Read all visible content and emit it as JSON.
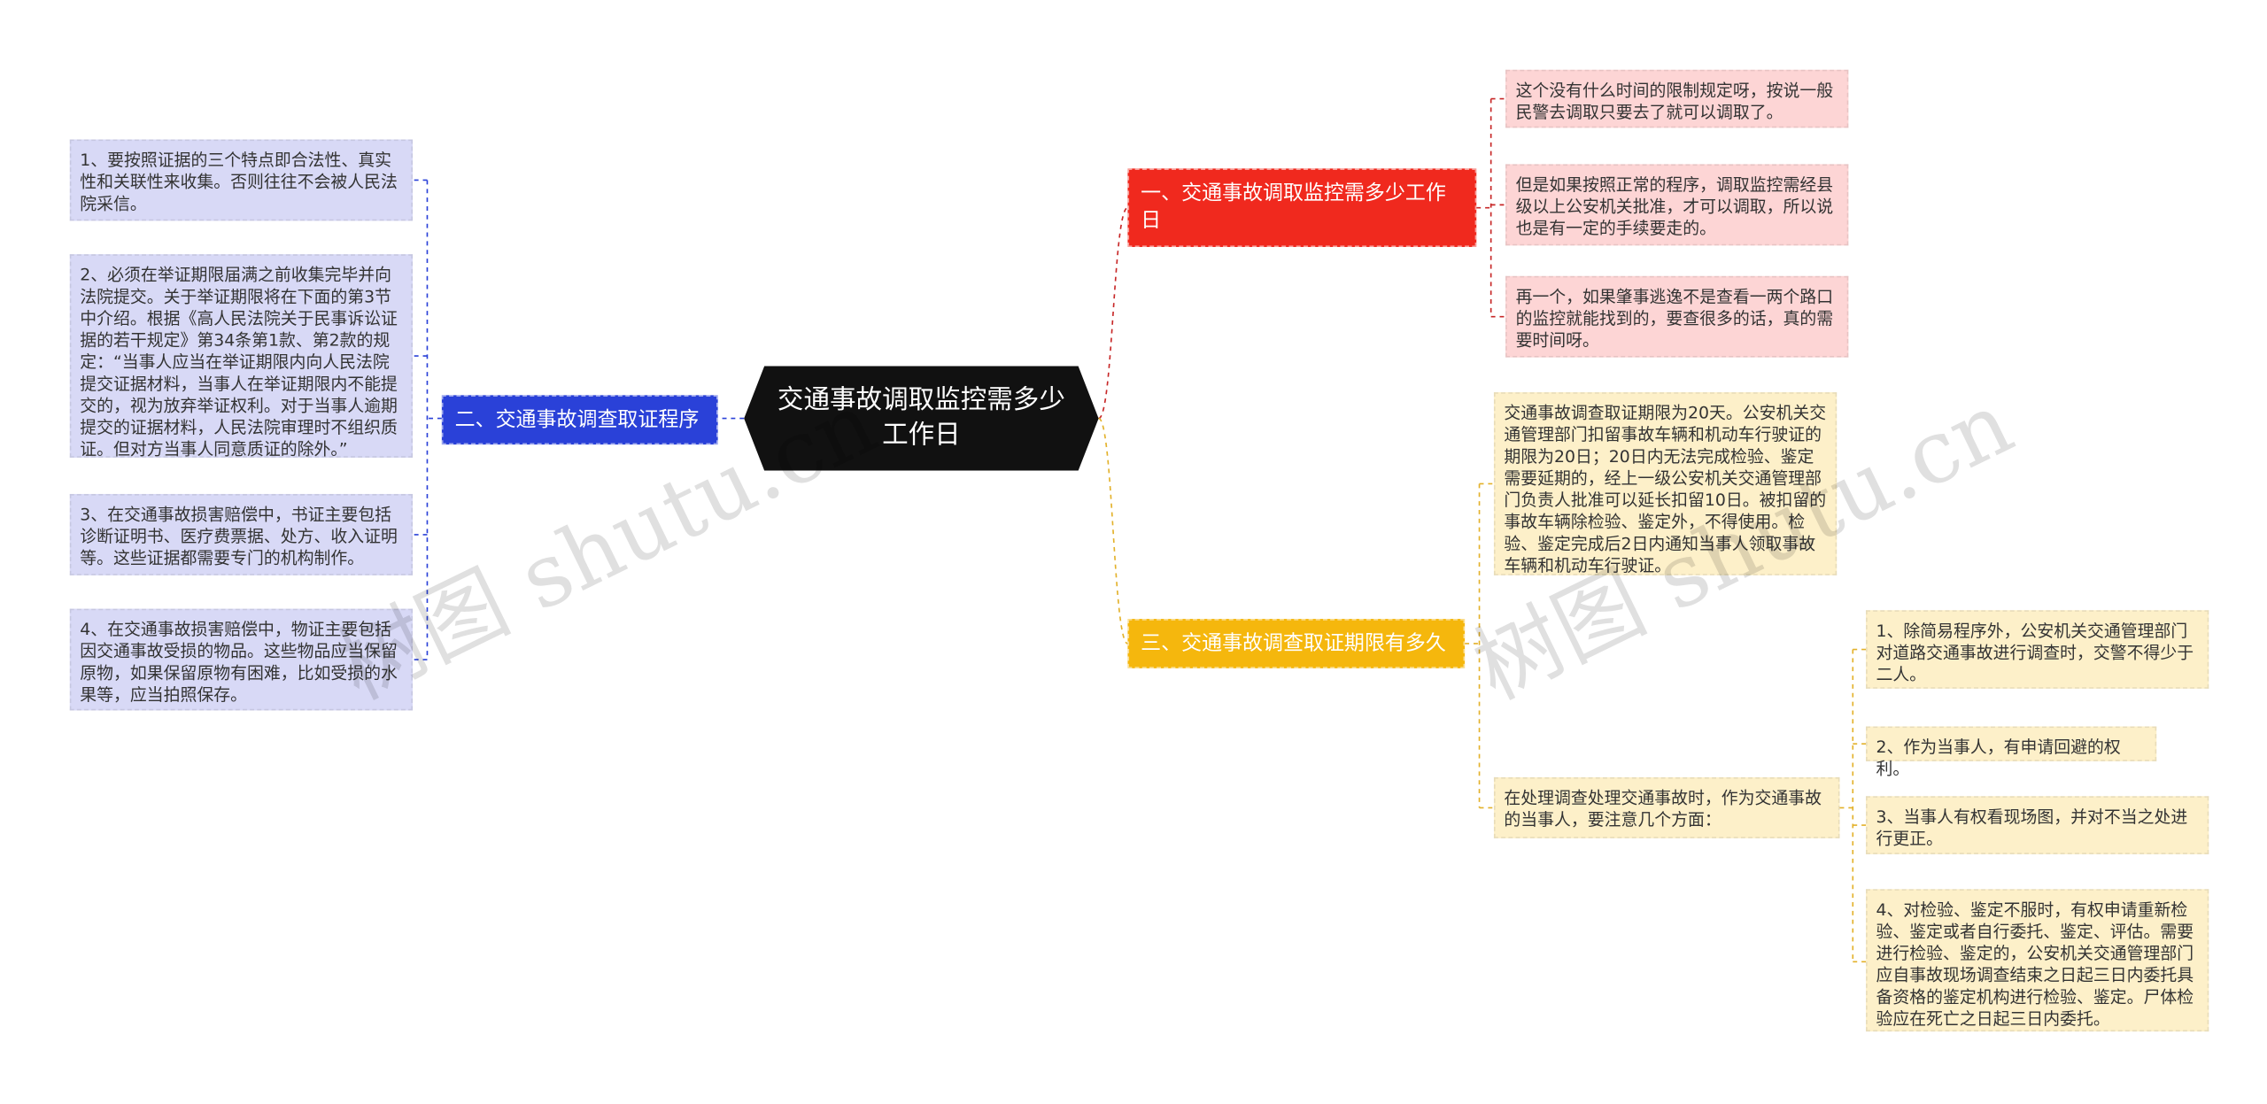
{
  "root": {
    "label": "交通事故调取监控需多少工作日"
  },
  "branches": {
    "b1": {
      "label": "一、交通事故调取监控需多少工作日",
      "color": "#f0291e",
      "leaves": [
        "这个没有什么时间的限制规定呀，按说一般民警去调取只要去了就可以调取了。",
        "但是如果按照正常的程序，调取监控需经县级以上公安机关批准，才可以调取，所以说也是有一定的手续要走的。",
        "再一个，如果肇事逃逸不是查看一两个路口的监控就能找到的，要查很多的话，真的需要时间呀。"
      ]
    },
    "b2": {
      "label": "二、交通事故调查取证程序",
      "color": "#2a41d8",
      "leaves": [
        "1、要按照证据的三个特点即合法性、真实性和关联性来收集。否则往往不会被人民法院采信。",
        "2、必须在举证期限届满之前收集完毕并向法院提交。关于举证期限将在下面的第3节中介绍。根据《高人民法院关于民事诉讼证据的若干规定》第34条第1款、第2款的规定：“当事人应当在举证期限内向人民法院提交证据材料，当事人在举证期限内不能提交的，视为放弃举证权利。对于当事人逾期提交的证据材料，人民法院审理时不组织质证。但对方当事人同意质证的除外。”",
        "3、在交通事故损害赔偿中，书证主要包括诊断证明书、医疗费票据、处方、收入证明等。这些证据都需要专门的机构制作。",
        "4、在交通事故损害赔偿中，物证主要包括因交通事故受损的物品。这些物品应当保留原物，如果保留原物有困难，比如受损的水果等，应当拍照保存。"
      ]
    },
    "b3": {
      "label": "三、交通事故调查取证期限有多久",
      "color": "#f5b70d",
      "leaves": [
        "交通事故调查取证期限为20天。公安机关交通管理部门扣留事故车辆和机动车行驶证的期限为20日；20日内无法完成检验、鉴定需要延期的，经上一级公安机关交通管理部门负责人批准可以延长扣留10日。被扣留的事故车辆除检验、鉴定外，不得使用。检验、鉴定完成后2日内通知当事人领取事故车辆和机动车行驶证。",
        "在处理调查处理交通事故时，作为交通事故的当事人，要注意几个方面："
      ],
      "subleaves": [
        "1、除简易程序外，公安机关交通管理部门对道路交通事故进行调查时，交警不得少于二人。",
        "2、作为当事人，有申请回避的权利。",
        "3、当事人有权看现场图，并对不当之处进行更正。",
        "4、对检验、鉴定不服时，有权申请重新检验、鉴定或者自行委托、鉴定、评估。需要进行检验、鉴定的，公安机关交通管理部门应自事故现场调查结束之日起三日内委托具备资格的鉴定机构进行检验、鉴定。尸体检验应在死亡之日起三日内委托。"
      ]
    }
  },
  "watermark": "树图 shutu.cn"
}
